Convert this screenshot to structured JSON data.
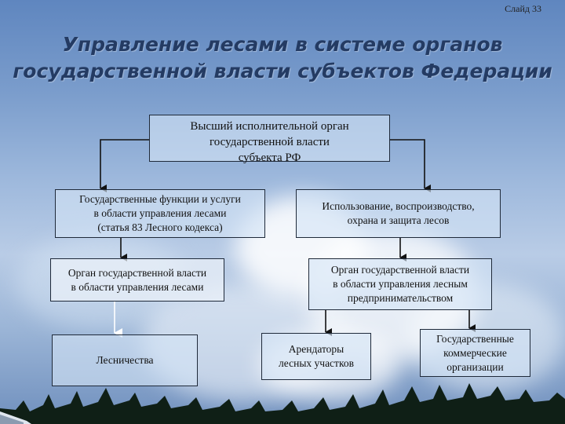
{
  "slide_number": "Слайд 33",
  "title": {
    "line1": "Управление лесами в системе органов",
    "line2": "государственной власти субъектов Федерации"
  },
  "boxes": {
    "top": "Высший исполнительной орган\nгосударственной  власти\nсубъекта  РФ",
    "left_functions": "Государственные функции и услуги\nв области управления лесами\n(статья 83 Лесного кодекса)",
    "right_usage": "Использование, воспроизводство,\nохрана и защита лесов",
    "left_organ": "Орган государственной власти\nв области управления лесами",
    "right_organ": "Орган государственной власти\nв области управления лесным\nпредпринимательством",
    "forestry": "Лесничества",
    "tenants": "Арендаторы\nлесных участков",
    "commercial": "Государственные\nкоммерческие\nорганизации"
  },
  "colors": {
    "title": "#243b63",
    "border": "#1f2a3a",
    "connector": "#111111"
  }
}
